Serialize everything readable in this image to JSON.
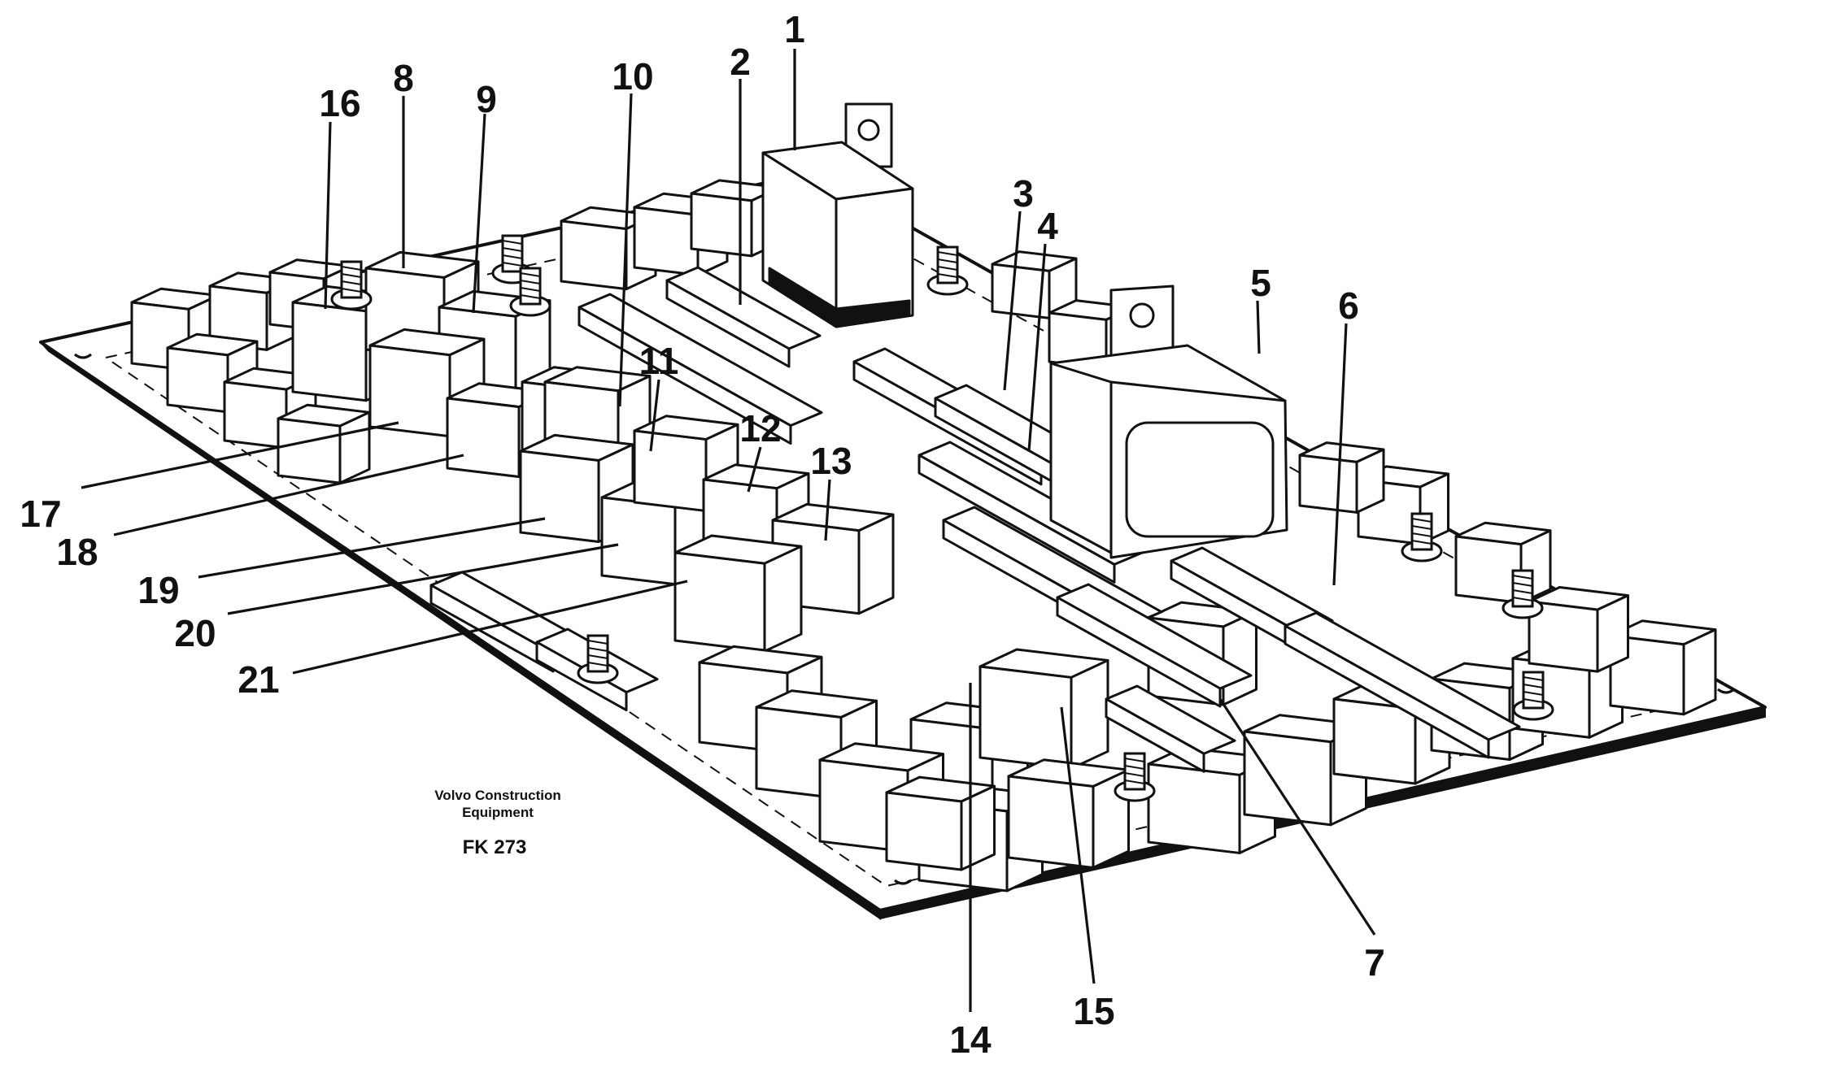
{
  "caption": {
    "line1": "Volvo Construction",
    "line2": "Equipment",
    "code": "FK 273"
  },
  "callouts": [
    "1",
    "2",
    "3",
    "4",
    "5",
    "6",
    "7",
    "8",
    "9",
    "10",
    "11",
    "12",
    "13",
    "14",
    "15",
    "16",
    "17",
    "18",
    "19",
    "20",
    "21"
  ]
}
